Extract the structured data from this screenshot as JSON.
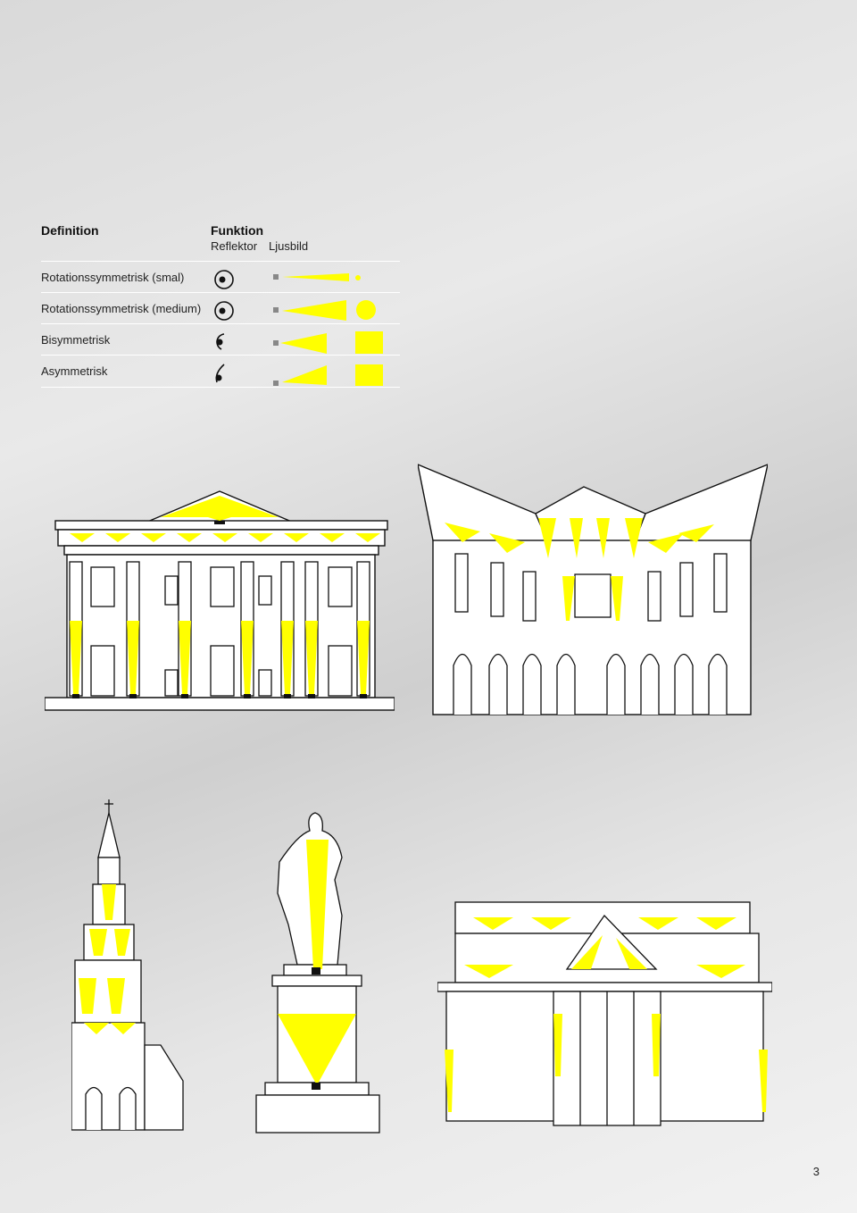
{
  "legend": {
    "col_definition": "Definition",
    "col_funktion": "Funktion",
    "col_reflektor": "Reflektor",
    "col_ljusbild": "Ljusbild",
    "rows": [
      {
        "label": "Rotationssymmetrisk (smal)",
        "reflector_icon": "circle-dot-icon",
        "beam": "narrow-cone",
        "shape": "small-dot"
      },
      {
        "label": "Rotationssymmetrisk (medium)",
        "reflector_icon": "circle-dot-icon",
        "beam": "medium-cone",
        "shape": "circle"
      },
      {
        "label": "Bisymmetrisk",
        "reflector_icon": "half-arc-dot-icon",
        "beam": "wide-wedge",
        "shape": "square"
      },
      {
        "label": "Asymmetrisk",
        "reflector_icon": "asym-arc-dot-icon",
        "beam": "asymmetric-wedge",
        "shape": "square"
      }
    ]
  },
  "colors": {
    "light": "#ffff00",
    "line": "#111111",
    "fill": "#ffffff",
    "marker": "#888888"
  },
  "page_number": "3"
}
